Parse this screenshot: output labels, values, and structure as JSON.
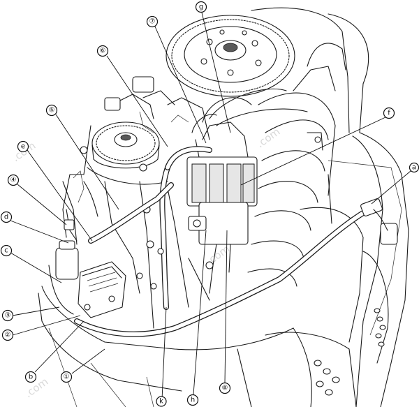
{
  "diagram": {
    "type": "outboard-engine-wiring-illustration",
    "watermark_text": ".com",
    "callouts": [
      {
        "id": "c1",
        "label": "①"
      },
      {
        "id": "c2",
        "label": "②"
      },
      {
        "id": "c3",
        "label": "③"
      },
      {
        "id": "c4",
        "label": "④"
      },
      {
        "id": "c5",
        "label": "⑤"
      },
      {
        "id": "c6",
        "label": "⑥"
      },
      {
        "id": "c7",
        "label": "⑦"
      },
      {
        "id": "c8",
        "label": "⑧"
      },
      {
        "id": "ca",
        "label": "a"
      },
      {
        "id": "cb",
        "label": "b"
      },
      {
        "id": "cc",
        "label": "c"
      },
      {
        "id": "cd",
        "label": "d"
      },
      {
        "id": "ce",
        "label": "e"
      },
      {
        "id": "cf",
        "label": "f"
      },
      {
        "id": "cg",
        "label": "g"
      },
      {
        "id": "ch",
        "label": "h"
      },
      {
        "id": "ck",
        "label": "k"
      }
    ]
  }
}
